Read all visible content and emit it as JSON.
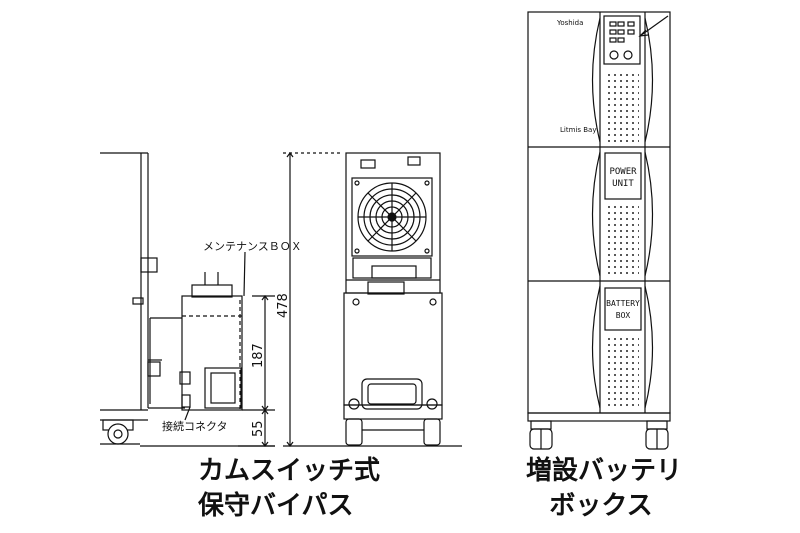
{
  "side_view": {
    "label_maintenance_box": "メンテナンスＢＯＸ",
    "label_connector": "接続コネクタ",
    "dim_55": "55",
    "dim_187": "187"
  },
  "front_view": {
    "dim_478": "478"
  },
  "tower_view": {
    "logo_top": "Yoshida",
    "logo_mid": "Litmis Bay",
    "power_unit_label": "POWER\nUNIT",
    "battery_box_label": "BATTERY\nBOX"
  },
  "captions": {
    "left_line1": "カムスイッチ式",
    "left_line2": "保守バイパス",
    "right_line1": "増設バッテリ",
    "right_line2": "ボックス"
  }
}
